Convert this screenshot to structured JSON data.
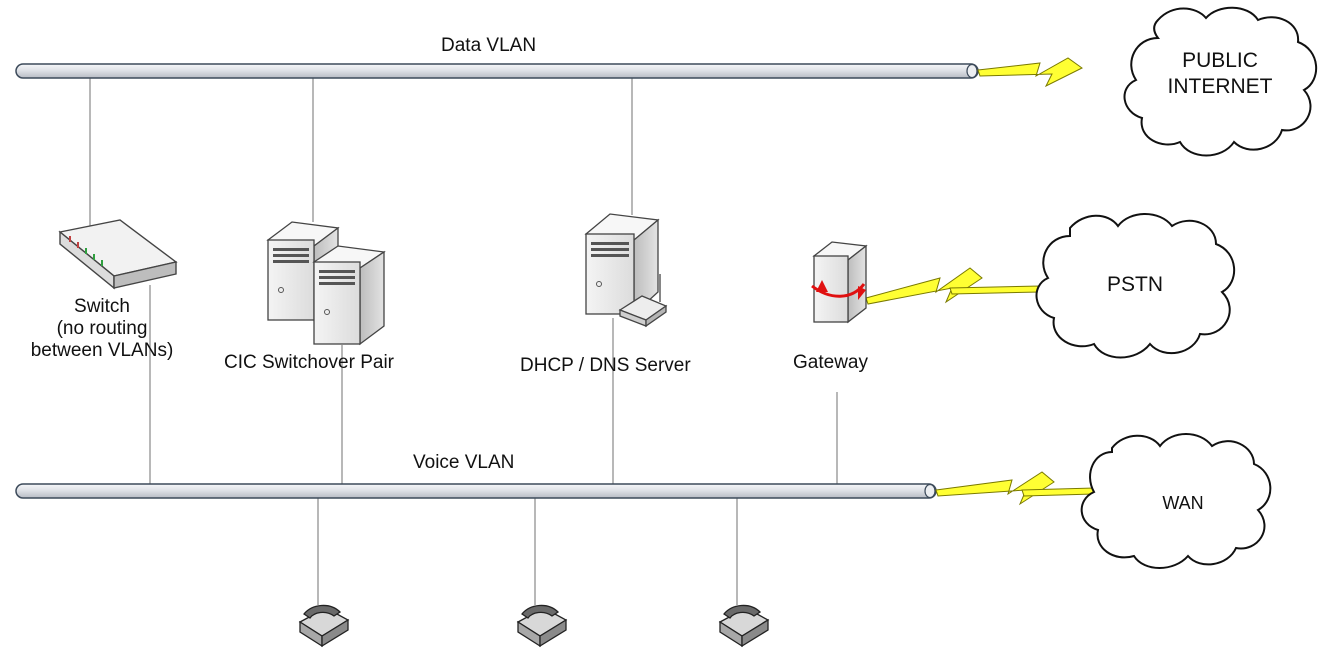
{
  "buses": {
    "data_vlan": "Data VLAN",
    "voice_vlan": "Voice VLAN"
  },
  "devices": {
    "switch": {
      "line1": "Switch",
      "line2": "(no routing",
      "line3": "between VLANs)"
    },
    "cic_pair": "CIC Switchover Pair",
    "dhcp_dns": "DHCP / DNS Server",
    "gateway": "Gateway"
  },
  "clouds": {
    "public_internet_line1": "PUBLIC",
    "public_internet_line2": "INTERNET",
    "pstn": "PSTN",
    "wan": "WAN"
  },
  "icons": [
    "switch-icon",
    "server-icon",
    "router-icon",
    "gateway-icon",
    "phone-icon",
    "cloud-icon",
    "lightning-link-icon"
  ],
  "colors": {
    "bus_fill": "#e4e6ea",
    "bus_stroke": "#3c4a5a",
    "lightning_fill": "#ffff33",
    "lightning_stroke": "#8a8a00",
    "gateway_arrow": "#e01010",
    "wire": "#888888"
  }
}
